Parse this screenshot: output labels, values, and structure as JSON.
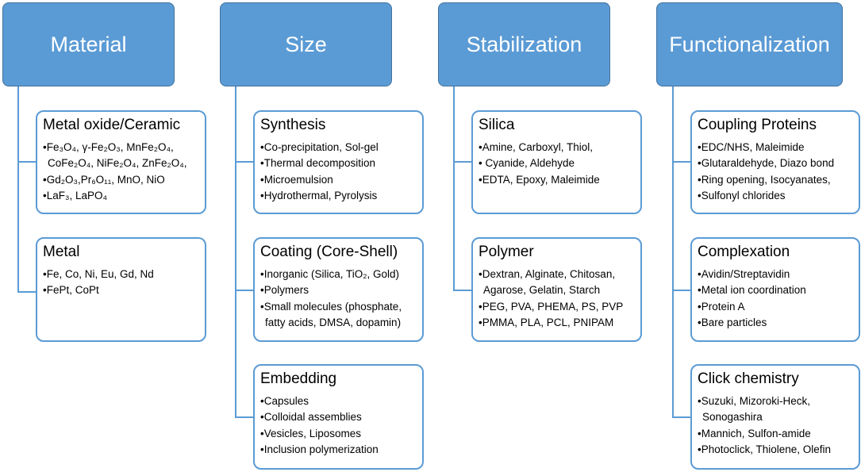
{
  "columns": [
    {
      "header": "Material",
      "cards": [
        {
          "title": "Metal oxide/Ceramic",
          "items": [
            "•Fe₃O₄, γ-Fe₂O₃, MnFe₂O₄,",
            "CoFe₂O₄, NiFe₂O₄, ZnFe₂O₄,",
            "•Gd₂O₃,Pr₆O₁₁, MnO, NiO",
            "•LaF₃, LaPO₄"
          ]
        },
        {
          "title": "Metal",
          "items": [
            "•Fe, Co, Ni, Eu, Gd, Nd",
            "•FePt, CoPt"
          ]
        }
      ]
    },
    {
      "header": "Size",
      "cards": [
        {
          "title": "Synthesis",
          "items": [
            "•Co-precipitation, Sol-gel",
            "•Thermal decomposition",
            "•Microemulsion",
            "•Hydrothermal, Pyrolysis"
          ]
        },
        {
          "title": "Coating (Core-Shell)",
          "items": [
            "•Inorganic (Silica, TiO₂, Gold)",
            "•Polymers",
            "•Small molecules (phosphate,",
            "fatty acids, DMSA, dopamin)"
          ]
        },
        {
          "title": "Embedding",
          "items": [
            "•Capsules",
            "•Colloidal assemblies",
            "•Vesicles, Liposomes",
            "•Inclusion polymerization"
          ]
        }
      ]
    },
    {
      "header": "Stabilization",
      "cards": [
        {
          "title": "Silica",
          "items": [
            "•Amine, Carboxyl, Thiol,",
            "• Cyanide, Aldehyde",
            "•EDTA, Epoxy, Maleimide"
          ]
        },
        {
          "title": "Polymer",
          "items": [
            "•Dextran, Alginate, Chitosan,",
            "Agarose, Gelatin, Starch",
            "•PEG, PVA, PHEMA, PS, PVP",
            "•PMMA, PLA, PCL, PNIPAM"
          ]
        }
      ]
    },
    {
      "header": "Functionalization",
      "cards": [
        {
          "title": "Coupling Proteins",
          "items": [
            "•EDC/NHS, Maleimide",
            "•Glutaraldehyde, Diazo bond",
            "•Ring opening, Isocyanates,",
            "•Sulfonyl chlorides"
          ]
        },
        {
          "title": "Complexation",
          "items": [
            "•Avidin/Streptavidin",
            "•Metal ion coordination",
            "•Protein A",
            "•Bare particles"
          ]
        },
        {
          "title": "Click chemistry",
          "items": [
            "•Suzuki, Mizoroki-Heck,",
            "Sonogashira",
            "•Mannich, Sulfon-amide",
            "•Photoclick, Thiolene, Olefin"
          ]
        }
      ]
    }
  ]
}
